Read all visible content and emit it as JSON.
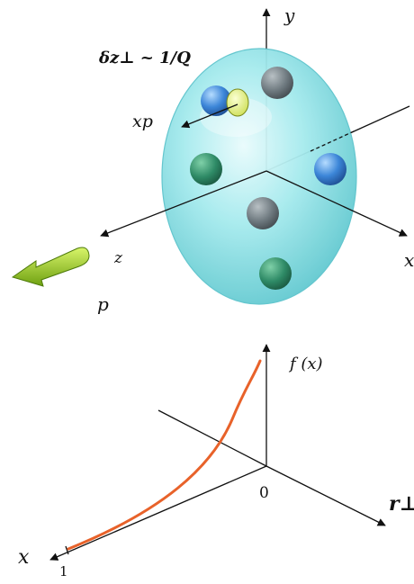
{
  "top_diagram": {
    "axis_y_label": "y",
    "axis_z_label": "z",
    "axis_x_label": "x",
    "resolution_label": "δz⊥ ~ 1/Q",
    "parton_momentum_label": "xp",
    "proton_momentum_label": "p",
    "colors": {
      "proton": "#8fe3e8",
      "proton_edge": "#5cc4cc",
      "arrow": "#9fd81e",
      "quark_green": "#2e8a66",
      "quark_blue": "#3c86d8",
      "quark_gray": "#6f7a80",
      "probed_parton": "#e9f58a"
    }
  },
  "bottom_diagram": {
    "function_label": "f (x)",
    "origin_label": "0",
    "transverse_label": "r⊥",
    "x_axis_label": "x",
    "x_tick_label": "1",
    "colors": {
      "curve": "#e8622a"
    }
  }
}
